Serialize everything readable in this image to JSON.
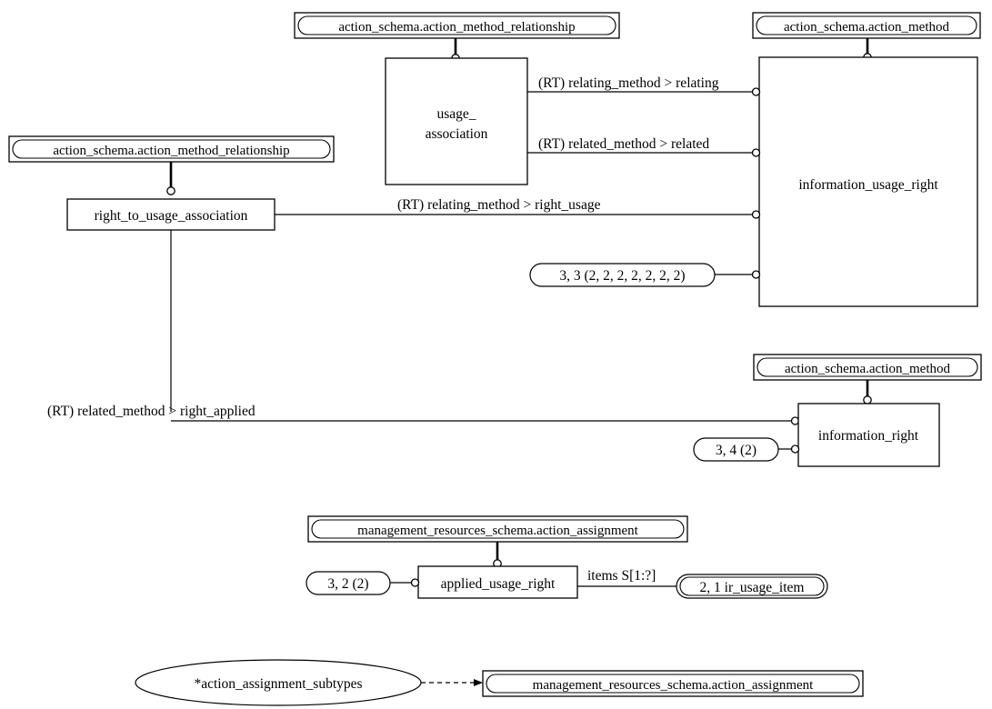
{
  "diagram": {
    "notation": "EXPRESS-G",
    "page_refs": [
      {
        "id": "pageref-amr-top",
        "label": "action_schema.action_method_relationship"
      },
      {
        "id": "pageref-am-top",
        "label": "action_schema.action_method"
      },
      {
        "id": "pageref-amr-left",
        "label": "action_schema.action_method_relationship"
      },
      {
        "id": "pageref-am-mid",
        "label": "action_schema.action_method"
      },
      {
        "id": "pageref-mrs-aa",
        "label": "management_resources_schema.action_assignment"
      },
      {
        "id": "pageref-mrs-aa-bottom",
        "label": "management_resources_schema.action_assignment"
      }
    ],
    "entities": [
      {
        "id": "entity-usage-association",
        "line1": "usage_",
        "line2": "association"
      },
      {
        "id": "entity-information-usage-right",
        "label": "information_usage_right"
      },
      {
        "id": "entity-right-to-usage-association",
        "label": "right_to_usage_association"
      },
      {
        "id": "entity-information-right",
        "label": "information_right"
      },
      {
        "id": "entity-applied-usage-right",
        "label": "applied_usage_right"
      }
    ],
    "ref_ovals": [
      {
        "id": "oval-3-3",
        "label": "3, 3 (2, 2, 2, 2, 2, 2, 2)"
      },
      {
        "id": "oval-3-4",
        "label": "3, 4 (2)"
      },
      {
        "id": "oval-3-2",
        "label": "3, 2 (2)"
      },
      {
        "id": "oval-2-1",
        "label": "2, 1 ir_usage_item"
      }
    ],
    "subtype_ellipse": {
      "id": "ellipse-action-assignment-subtypes",
      "label": "*action_assignment_subtypes"
    },
    "relations": [
      {
        "id": "rel-relating-method-relating",
        "label": "(RT) relating_method > relating"
      },
      {
        "id": "rel-related-method-related",
        "label": "(RT) related_method > related"
      },
      {
        "id": "rel-relating-method-right-usage",
        "label": "(RT) relating_method > right_usage"
      },
      {
        "id": "rel-related-method-right-applied",
        "label": "(RT) related_method > right_applied"
      },
      {
        "id": "rel-items",
        "label": "items S[1:?]"
      }
    ],
    "colors": {
      "stroke": "#000000",
      "fill": "#ffffff",
      "background": "#ffffff"
    }
  }
}
